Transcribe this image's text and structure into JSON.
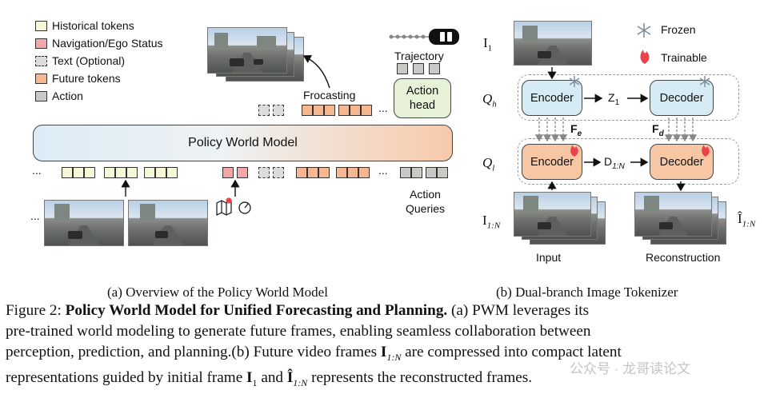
{
  "legend": [
    {
      "label": "Historical tokens",
      "fill": "#f6f8d8",
      "dashed": false
    },
    {
      "label": "Navigation/Ego Status",
      "fill": "#f4a7a9",
      "dashed": false
    },
    {
      "label": "Text (Optional)",
      "fill": "#dcdcdc",
      "dashed": true
    },
    {
      "label": "Future tokens",
      "fill": "#f7b891",
      "dashed": false
    },
    {
      "label": "Action",
      "fill": "#c9cac6",
      "dashed": false
    }
  ],
  "left": {
    "model_label": "Policy World Model",
    "forecasting_label": "Frocasting",
    "trajectory_label": "Trajectory",
    "action_head_line1": "Action",
    "action_head_line2": "head",
    "action_queries_line1": "Action",
    "action_queries_line2": "Queries",
    "ellipsis": "...",
    "caption": "(a) Overview of the Policy World Model"
  },
  "right": {
    "frozen_label": "Frozen",
    "trainable_label": "Trainable",
    "i1_label": "I",
    "i1_sub": "1",
    "qh_label": "Q",
    "qh_sub": "h",
    "ql_label": "Q",
    "ql_sub": "l",
    "encoder_label": "Encoder",
    "decoder_label": "Decoder",
    "z1_label": "Z",
    "z1_sub": "1",
    "d_label": "D",
    "d_sub": "1:N",
    "fe_label": "F",
    "fe_sub": "e",
    "fd_label": "F",
    "fd_sub": "d",
    "i1n_label": "I",
    "i1n_sub": "1:N",
    "ihat_label": "Î",
    "ihat_sub": "1:N",
    "input_label": "Input",
    "reconstruction_label": "Reconstruction",
    "caption": "(b) Dual-branch Image Tokenizer"
  },
  "caption": {
    "figure_label": "Figure 2:",
    "title": "Policy World Model for Unified Forecasting and Planning.",
    "line1_rest": "(a) PWM leverages its",
    "line2": "pre-trained world modeling to generate future frames, enabling seamless collaboration between",
    "line3a": "perception, prediction, and planning.(b) Future video frames",
    "sym1": "I",
    "sym1_sub": "1:N",
    "line3b": "are compressed into compact latent",
    "line4a": "representations guided by initial frame",
    "sym2": "I",
    "sym2_sub": "1",
    "line4b": "and",
    "sym3": "Î",
    "sym3_sub": "1:N",
    "line4c": "represents the reconstructed frames."
  },
  "watermark": "公众号 · 龙哥读论文",
  "colors": {
    "historical": "#f6f8d8",
    "nav": "#f4a7a9",
    "future": "#f7b891",
    "action": "#c9cac6",
    "text_opt": "#dcdcdc",
    "encoder_frozen": "#d6ecf4",
    "encoder_train": "#f7c7a3",
    "action_head": "#e6f1d8",
    "model_left": "#dcebf6",
    "model_right": "#f7c9aa",
    "flame": "#e9434b",
    "snow": "#7d8c99"
  }
}
